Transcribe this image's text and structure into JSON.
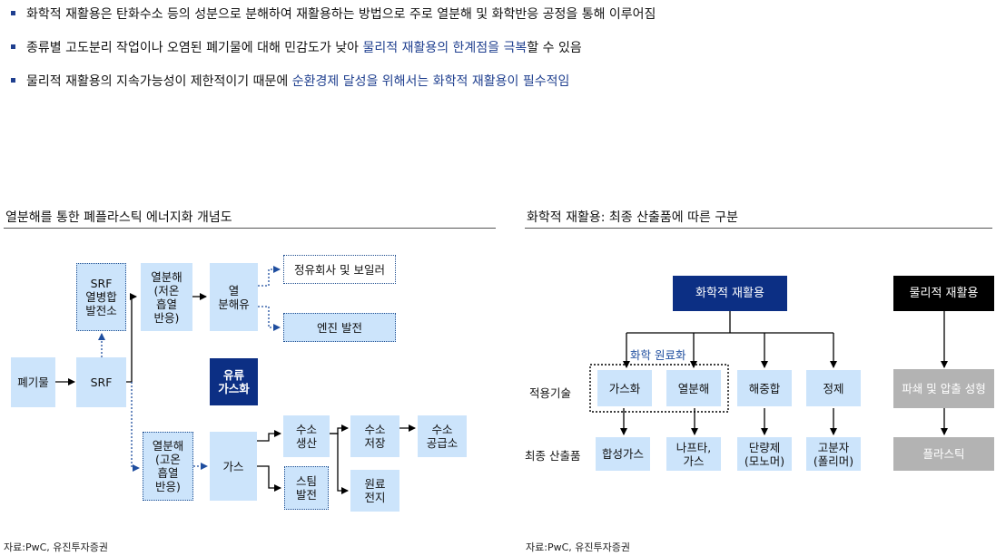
{
  "bullets": [
    {
      "text": "화학적 재활용은 탄화수소 등의 성분으로 분해하여 재활용하는 방법으로 주로 열분해 및 화학반응 공정을 통해 이루어짐",
      "hl": "",
      "tail": ""
    },
    {
      "text": "종류별 고도분리 작업이나 오염된 폐기물에 대해 민감도가 낮아 ",
      "hl": "물리적 재활용의 한계점을 극복",
      "tail": "할 수 있음"
    },
    {
      "text": "물리적 재활용의 지속가능성이 제한적이기 때문에 ",
      "hl": "순환경제 달성을 위해서는 화학적 재활용이 필수적임",
      "tail": ""
    }
  ],
  "left": {
    "title": "열분해를 통한 폐플라스틱 에너지화 개념도",
    "source": "자료:PwC, 유진투자증권",
    "nodes": {
      "waste": "폐기물",
      "srf": "SRF",
      "srf_chp": "SRF\n열병합\n발전소",
      "pyro_low": "열분해\n(저온\n흡열\n반응)",
      "pyro_oil": "열\n분해유",
      "refinery": "정유회사 및 보일러",
      "engine": "엔진 발전",
      "oil_gas": "유류\n가스화",
      "pyro_high": "열분해\n(고온\n흡열\n반응)",
      "gas": "가스",
      "h2_prod": "수소\n생산",
      "h2_store": "수소\n저장",
      "h2_supply": "수소\n공급소",
      "steam": "스팀\n발전",
      "feed_power": "원료\n전지"
    }
  },
  "right": {
    "title": "화학적 재활용: 최종 산출품에 따른 구분",
    "source": "자료:PwC, 유진투자증권",
    "chemical": "화학적 재활용",
    "physical": "물리적 재활용",
    "feedstock_label": "화학 원료화",
    "row_tech_label": "적용기술",
    "row_output_label": "최종 산출품",
    "techs": [
      "가스화",
      "열분해",
      "해중합",
      "정제"
    ],
    "outputs": [
      "합성가스",
      "나프타,\n가스",
      "단량제\n(모노머)",
      "고분자\n(폴리머)"
    ],
    "physical_tech": "파쇄 및 압출 성형",
    "physical_output": "플라스틱"
  },
  "colors": {
    "navy": "#0c2f84",
    "light_blue": "#cce4fb",
    "accent": "#1f3f8f"
  }
}
